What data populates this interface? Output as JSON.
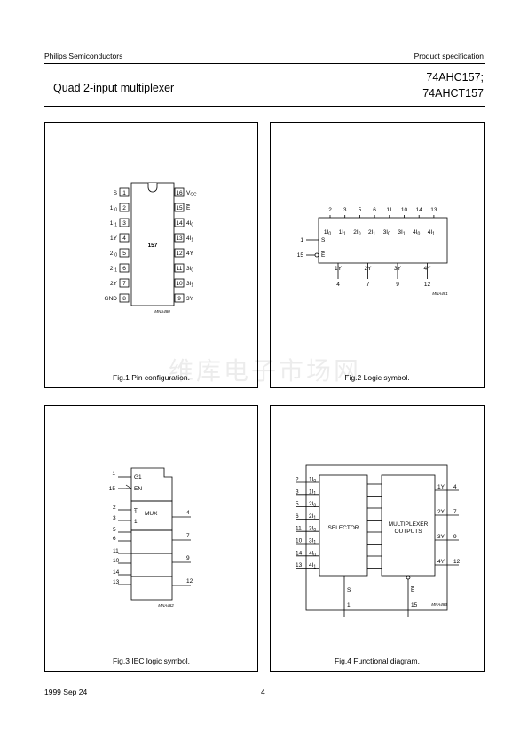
{
  "header": {
    "company": "Philips Semiconductors",
    "doc_type": "Product specification",
    "title": "Quad 2-input multiplexer",
    "part_line1": "74AHC157;",
    "part_line2": "74AHCT157"
  },
  "watermark": "维库电子市场网",
  "footer": {
    "date": "1999 Sep 24",
    "page": "4"
  },
  "fig1": {
    "caption": "Fig.1  Pin configuration.",
    "chip_label": "157",
    "code": "MNA480",
    "left_pins": [
      {
        "num": "1",
        "sig": "S",
        "sub": ""
      },
      {
        "num": "2",
        "sig": "1I",
        "sub": "0"
      },
      {
        "num": "3",
        "sig": "1I",
        "sub": "1"
      },
      {
        "num": "4",
        "sig": "1Y",
        "sub": ""
      },
      {
        "num": "5",
        "sig": "2I",
        "sub": "0"
      },
      {
        "num": "6",
        "sig": "2I",
        "sub": "1"
      },
      {
        "num": "7",
        "sig": "2Y",
        "sub": ""
      },
      {
        "num": "8",
        "sig": "GND",
        "sub": ""
      }
    ],
    "right_pins": [
      {
        "num": "16",
        "sig": "V",
        "sub": "CC"
      },
      {
        "num": "15",
        "sig": "E",
        "sub": ""
      },
      {
        "num": "14",
        "sig": "4I",
        "sub": "0"
      },
      {
        "num": "13",
        "sig": "4I",
        "sub": "1"
      },
      {
        "num": "12",
        "sig": "4Y",
        "sub": ""
      },
      {
        "num": "11",
        "sig": "3I",
        "sub": "0"
      },
      {
        "num": "10",
        "sig": "3I",
        "sub": "1"
      },
      {
        "num": "9",
        "sig": "3Y",
        "sub": ""
      }
    ]
  },
  "fig2": {
    "caption": "Fig.2  Logic symbol.",
    "code": "MNA481",
    "top_inputs": [
      {
        "num": "2",
        "sig": "1I",
        "sub": "0"
      },
      {
        "num": "3",
        "sig": "1I",
        "sub": "1"
      },
      {
        "num": "5",
        "sig": "2I",
        "sub": "0"
      },
      {
        "num": "6",
        "sig": "2I",
        "sub": "1"
      },
      {
        "num": "11",
        "sig": "3I",
        "sub": "0"
      },
      {
        "num": "10",
        "sig": "3I",
        "sub": "1"
      },
      {
        "num": "14",
        "sig": "4I",
        "sub": "0"
      },
      {
        "num": "13",
        "sig": "4I",
        "sub": "1"
      }
    ],
    "left_inputs": [
      {
        "num": "1",
        "sig": "S"
      },
      {
        "num": "15",
        "sig": "E"
      }
    ],
    "outputs": [
      {
        "num": "4",
        "sig": "1Y"
      },
      {
        "num": "7",
        "sig": "2Y"
      },
      {
        "num": "9",
        "sig": "3Y"
      },
      {
        "num": "12",
        "sig": "4Y"
      }
    ]
  },
  "fig3": {
    "caption": "Fig.3  IEC logic symbol.",
    "code": "MNA482",
    "g1": "G1",
    "en": "EN",
    "mux": "MUX",
    "sel0": "1",
    "sel1": "1",
    "in_1": "1",
    "in_15": "15",
    "in_pairs": [
      [
        "2",
        "3"
      ],
      [
        "5",
        "6"
      ],
      [
        "11",
        "10"
      ],
      [
        "14",
        "13"
      ]
    ],
    "outs": [
      "4",
      "7",
      "9",
      "12"
    ]
  },
  "fig4": {
    "caption": "Fig.4  Functional diagram.",
    "code": "MNA483",
    "selector": "SELECTOR",
    "mux_line1": "MULTIPLEXER",
    "mux_line2": "OUTPUTS",
    "s_label": "S",
    "s_pin": "1",
    "e_label": "E",
    "e_pin": "15",
    "inputs": [
      {
        "num": "2",
        "sig": "1I",
        "sub": "0"
      },
      {
        "num": "3",
        "sig": "1I",
        "sub": "1"
      },
      {
        "num": "5",
        "sig": "2I",
        "sub": "0"
      },
      {
        "num": "6",
        "sig": "2I",
        "sub": "1"
      },
      {
        "num": "11",
        "sig": "3I",
        "sub": "0"
      },
      {
        "num": "10",
        "sig": "3I",
        "sub": "1"
      },
      {
        "num": "14",
        "sig": "4I",
        "sub": "0"
      },
      {
        "num": "13",
        "sig": "4I",
        "sub": "1"
      }
    ],
    "outputs": [
      {
        "num": "4",
        "sig": "1Y"
      },
      {
        "num": "7",
        "sig": "2Y"
      },
      {
        "num": "9",
        "sig": "3Y"
      },
      {
        "num": "12",
        "sig": "4Y"
      }
    ]
  }
}
